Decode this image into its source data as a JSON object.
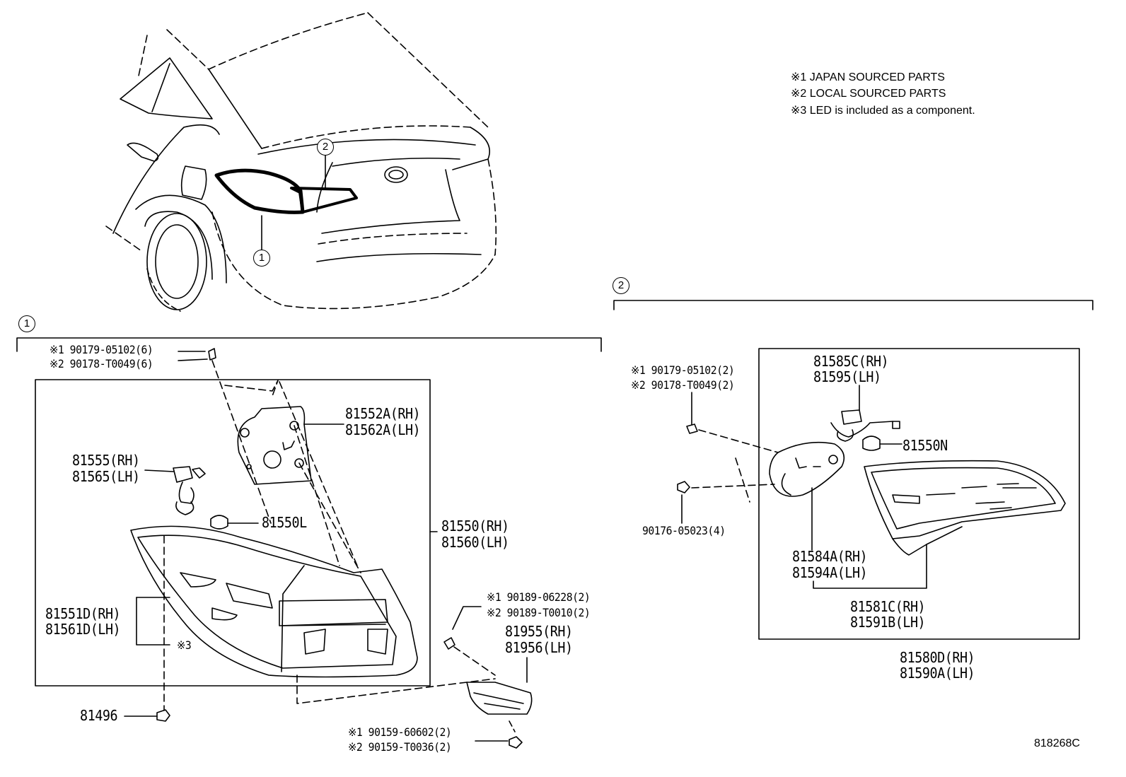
{
  "notes": [
    "※1 JAPAN SOURCED PARTS",
    "※2 LOCAL SOURCED PARTS",
    "※3 LED is included as a component."
  ],
  "callouts": {
    "one": "1",
    "two": "2"
  },
  "group1": {
    "clip_top_a": "※1 90179-05102(6)",
    "clip_top_b": "※2 90178-T0049(6)",
    "gasket_rh": "81552A(RH)",
    "gasket_lh": "81562A(LH)",
    "socket_rh": "81555(RH)",
    "socket_lh": "81565(LH)",
    "bulb": "81550L",
    "lamp_rh": "81550(RH)",
    "lamp_lh": "81560(LH)",
    "lens_rh": "81551D(RH)",
    "lens_lh": "81561D(LH)",
    "led_mark": "※3",
    "clip_bottom": "81496",
    "screw_a": "※1 90189-06228(2)",
    "screw_b": "※2 90189-T0010(2)",
    "bracket_rh": "81955(RH)",
    "bracket_lh": "81956(LH)",
    "nut_a": "※1 90159-60602(2)",
    "nut_b": "※2 90159-T0036(2)"
  },
  "group2": {
    "clip_a": "※1 90179-05102(2)",
    "clip_b": "※2 90178-T0049(2)",
    "socket_rh": "81585C(RH)",
    "socket_lh": "81595(LH)",
    "bulb": "81550N",
    "nut": "90176-05023(4)",
    "cover_rh": "81584A(RH)",
    "cover_lh": "81594A(LH)",
    "lens_rh": "81581C(RH)",
    "lens_lh": "81591B(LH)",
    "lamp_rh": "81580D(RH)",
    "lamp_lh": "81590A(LH)"
  },
  "diagram_id": "818268C"
}
